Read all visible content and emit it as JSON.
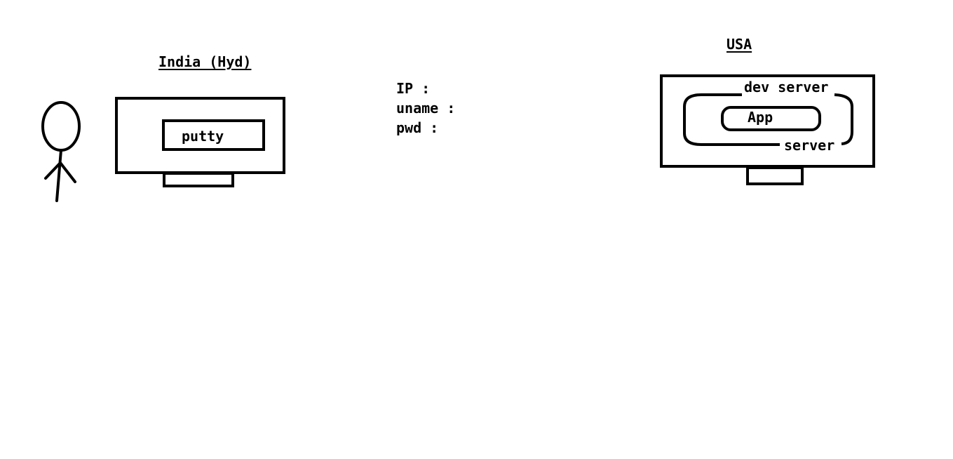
{
  "left": {
    "title": "India (Hyd)",
    "monitor_app": "putty"
  },
  "credentials": [
    "IP :",
    "uname :",
    "pwd :"
  ],
  "right": {
    "title": "USA",
    "machine_label": "dev server",
    "inner_label": "server",
    "app_label": "App"
  }
}
